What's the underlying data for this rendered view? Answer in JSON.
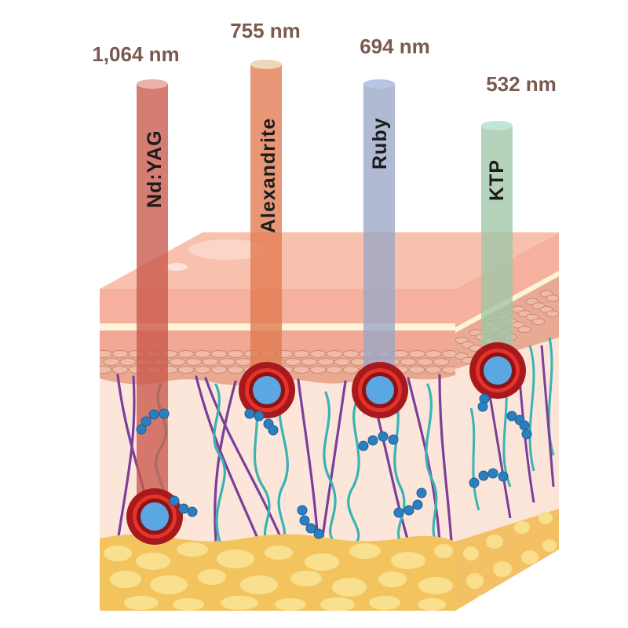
{
  "lasers": [
    {
      "name": "Nd:YAG",
      "wavelength": "1,064 nm",
      "color": "#c9574c",
      "cap": "#e9b3aa"
    },
    {
      "name": "Alexandrite",
      "wavelength": "755 nm",
      "color": "#e07a4f",
      "cap": "#ecd7b7"
    },
    {
      "name": "Ruby",
      "wavelength": "694 nm",
      "color": "#9aa6c7",
      "cap": "#b9c5e6"
    },
    {
      "name": "KTP",
      "wavelength": "532 nm",
      "color": "#9fc6a6",
      "cap": "#bfe6d8"
    }
  ],
  "colors": {
    "epidermis": "#f6b3a1",
    "dermis": "#fce4d8",
    "fat": "#f8d974",
    "vessel_outer": "#a8191d",
    "vessel_ring": "#e63329",
    "vessel_core": "#5aa7e3",
    "collagen": "#7b3f9b",
    "elastin": "#3ab3b3",
    "particle": "#2b7fc1"
  }
}
